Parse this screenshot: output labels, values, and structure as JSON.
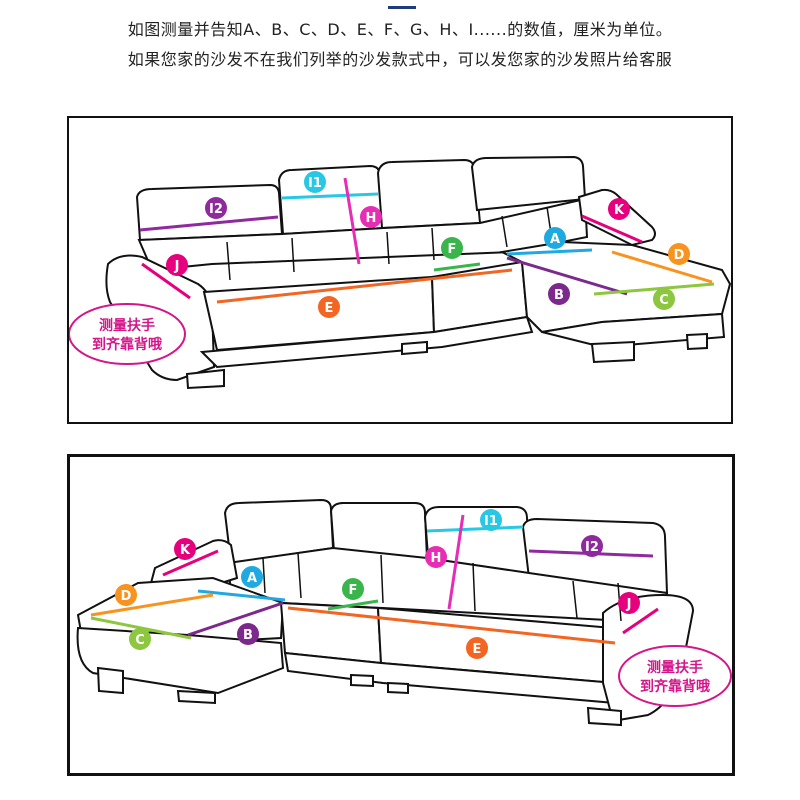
{
  "header": {
    "line1": "如图测量并告知A、B、C、D、E、F、G、H、I......的数值，厘米为单位。",
    "line2": "如果您家的沙发不在我们列举的沙发款式中，可以发您家的沙发照片给客服"
  },
  "labels": {
    "A": "A",
    "B": "B",
    "C": "C",
    "D": "D",
    "E": "E",
    "F": "F",
    "H": "H",
    "I1": "I1",
    "I2": "I2",
    "J": "J",
    "K": "K"
  },
  "armrest_note": {
    "line1": "测量扶手",
    "line2": "到齐靠背哦"
  },
  "colors": {
    "A": "#1fa9e1",
    "B": "#7b2a8c",
    "C": "#8dc63f",
    "D": "#f7931e",
    "E": "#f26522",
    "F": "#39b54a",
    "H": "#e62db3",
    "I1": "#29c7e6",
    "I2": "#8e2a9e",
    "J": "#e6007e",
    "K": "#e6007e",
    "note": "#d4168a"
  }
}
